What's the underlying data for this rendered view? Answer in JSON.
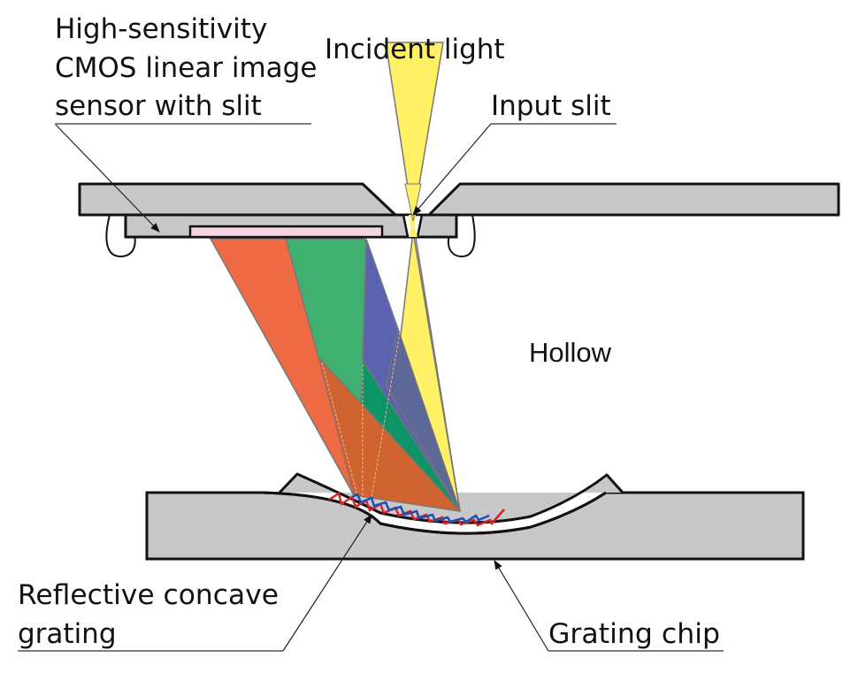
{
  "title": "MEMS spectrometer cross-section with reflective concave grating",
  "labels": {
    "sensor": [
      "High-sensitivity",
      "CMOS linear image",
      "sensor with slit"
    ],
    "incident_light": "Incident light",
    "input_slit": "Input slit",
    "hollow": "Hollow",
    "grating": [
      "Reflective concave",
      "grating"
    ],
    "grating_chip": "Grating chip"
  },
  "colors": {
    "body_gray": "#c8c8c8",
    "outline": "#111111",
    "sensor_pink": "#f7d6e4",
    "incident_yellow": "#fff066",
    "beam_red": "#ee6a45",
    "beam_green": "#3fb070",
    "beam_blue": "#5b63b0",
    "overlap_orange": "#cf6430",
    "overlap_teal": "#0e9467",
    "overlap_slate": "#5d6898",
    "grating_red": "#d8232a",
    "grating_blue": "#1f4fb5",
    "leader": "#555555"
  },
  "beams": [
    {
      "name": "red",
      "color_key": "beam_red"
    },
    {
      "name": "green",
      "color_key": "beam_green"
    },
    {
      "name": "blue",
      "color_key": "beam_blue"
    },
    {
      "name": "incident",
      "color_key": "incident_yellow"
    }
  ]
}
